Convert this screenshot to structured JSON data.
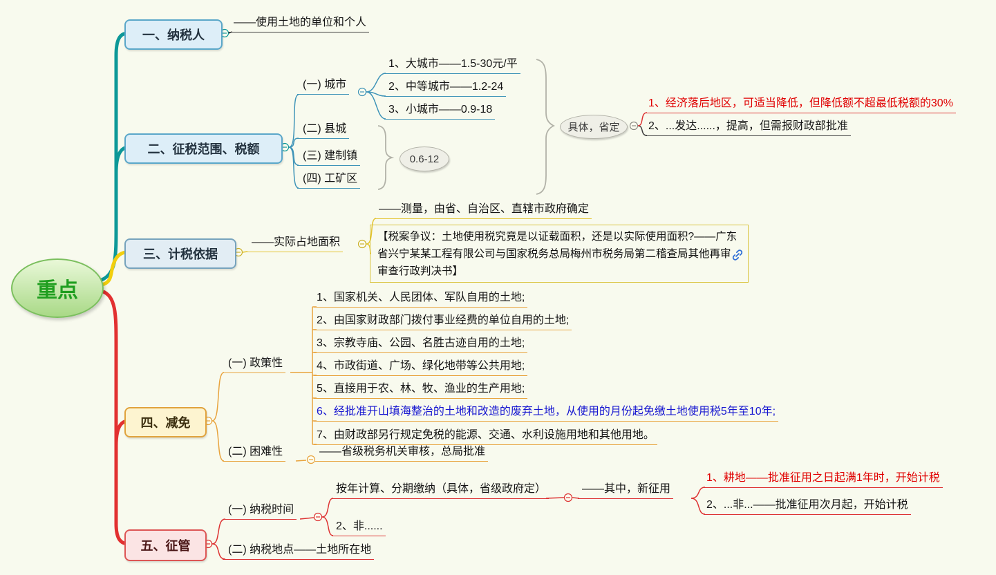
{
  "colors": {
    "background": "#f8faee",
    "teal_branch": "#0d9898",
    "yellow_branch": "#f2cf0e",
    "red_branch": "#e23030",
    "orange_line": "#e8a33d",
    "teal_line": "#3f94b8",
    "red_line": "#dd3333",
    "blue_topic_border": "#5aa7c9",
    "red_text": "#e00000",
    "blue_text": "#1616d0",
    "brace_gray": "#b2b2a8"
  },
  "icons": {
    "collapse_icon": "minus-circle",
    "link_icon": "chain-link"
  },
  "root": {
    "label": "重点"
  },
  "taxpayer": {
    "label": "一、纳税人",
    "note": "——使用土地的单位和个人"
  },
  "scope": {
    "label": "二、征税范围、税额",
    "city": {
      "label": "(一) 城市",
      "items": [
        "1、大城市——1.5-30元/平",
        "2、中等城市——1.2-24",
        "3、小城市——0.9-18"
      ]
    },
    "county": "(二) 县城",
    "town": "(三) 建制镇",
    "mining": "(四) 工矿区",
    "range_bubble": "0.6-12",
    "province_bubble": "具体，省定",
    "notes": [
      "1、经济落后地区，可适当降低，但降低额不超最低税额的30%",
      "2、...发达......，提高，但需报财政部批准"
    ]
  },
  "basis": {
    "label": "三、计税依据",
    "area": "——实际占地面积",
    "measure": "——测量，由省、自治区、直辖市政府确定",
    "case": "【税案争议：土地使用税究竟是以证载面积，还是以实际使用面积?——广东省兴宁某某工程有限公司与国家税务总局梅州市税务局第二稽查局其他再审审查行政判决书】"
  },
  "relief": {
    "label": "四、减免",
    "policy": {
      "label": "(一) 政策性",
      "items": [
        "1、国家机关、人民团体、军队自用的土地;",
        "2、由国家财政部门拨付事业经费的单位自用的土地;",
        "3、宗教寺庙、公园、名胜古迹自用的土地;",
        "4、市政街道、广场、绿化地带等公共用地;",
        "5、直接用于农、林、牧、渔业的生产用地;",
        "6、经批准开山填海整治的土地和改造的废弃土地，从使用的月份起免缴土地使用税5年至10年;",
        "7、由财政部另行规定免税的能源、交通、水利设施用地和其他用地。"
      ]
    },
    "hardship": {
      "label": "(二) 困难性",
      "note": "——省级税务机关审核，总局批准"
    }
  },
  "admin": {
    "label": "五、征管",
    "time": {
      "label": "(一) 纳税时间",
      "yearly": "按年计算、分期缴纳（具体，省级政府定）",
      "among": "——其中，新征用",
      "new_items": [
        "1、耕地——批准征用之日起满1年时，开始计税",
        "2、...非...——批准征用次月起，开始计税"
      ],
      "other": "2、非......"
    },
    "place": {
      "label": "(二) 纳税地点——土地所在地"
    }
  }
}
